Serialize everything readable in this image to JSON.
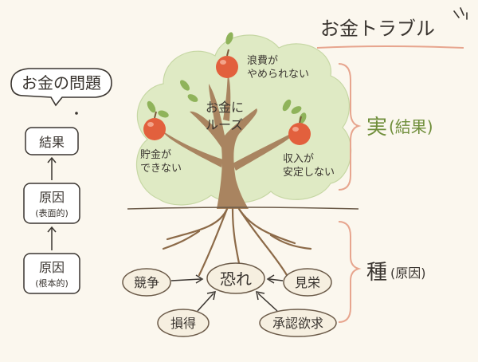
{
  "title": "お金トラブル",
  "left_chain": {
    "top_bubble": "お金の問題",
    "result": "結果",
    "cause_surface": {
      "line1": "原因",
      "line2": "(表面的)"
    },
    "cause_root": {
      "line1": "原因",
      "line2": "(根本的)"
    }
  },
  "tree": {
    "trunk_label": {
      "line1": "お金に",
      "line2": "ルーズ"
    },
    "fruit_top": {
      "line1": "浪費が",
      "line2": "やめられない"
    },
    "fruit_left": {
      "line1": "貯金が",
      "line2": "できない"
    },
    "fruit_right": {
      "line1": "収入が",
      "line2": "安定しない"
    }
  },
  "bracket_labels": {
    "fruit": "実",
    "fruit_sub": "(結果)",
    "seed": "種",
    "seed_sub": "(原因)"
  },
  "roots": {
    "center": "恐れ",
    "competition": "競争",
    "vanity": "見栄",
    "loss": "損得",
    "approval": "承認欲求"
  },
  "colors": {
    "foliage": "#dfeac4",
    "trunk": "#a98460",
    "apple": "#e2603d",
    "accent_green": "#6f8e3a",
    "underline": "#e7a58e"
  }
}
